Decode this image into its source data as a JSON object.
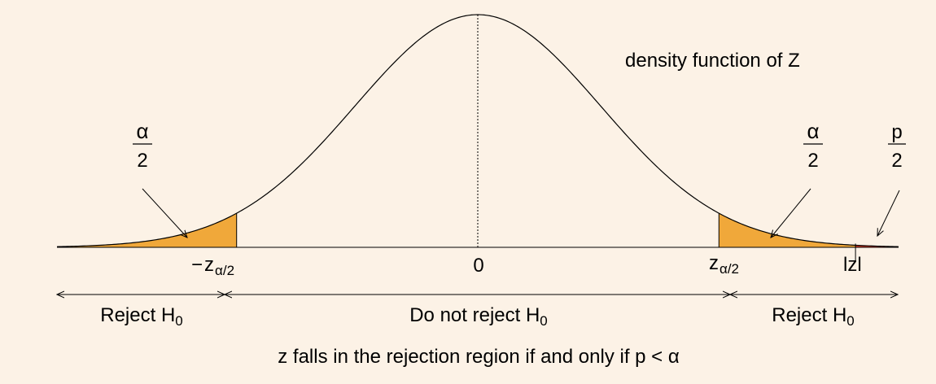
{
  "colors": {
    "background": "#fcf2e6",
    "rejection_region": "#f0a83a",
    "p_value_tail": "#e53a24",
    "curve": "#000000"
  },
  "curve_label": "density function of Z",
  "left_tail": {
    "frac_num": "α",
    "frac_den": "2",
    "crit_prefix": "−",
    "crit_base": "z",
    "crit_sub": "α/2"
  },
  "right_tail": {
    "frac_num": "α",
    "frac_den": "2",
    "crit_base": "z",
    "crit_sub": "α/2"
  },
  "p_tail": {
    "frac_num": "p",
    "frac_den": "2",
    "label": "lzl"
  },
  "center_label": "0",
  "regions": {
    "left": {
      "text": "Reject H",
      "sub": "0"
    },
    "middle": {
      "text": "Do not reject H",
      "sub": "0"
    },
    "right": {
      "text": "Reject H",
      "sub": "0"
    }
  },
  "caption": "z falls in the rejection region if and only if p < α",
  "diagram": {
    "x_domain": [
      -3.42,
      3.42
    ],
    "critical_z": 1.96,
    "observed_z": 3.07
  }
}
